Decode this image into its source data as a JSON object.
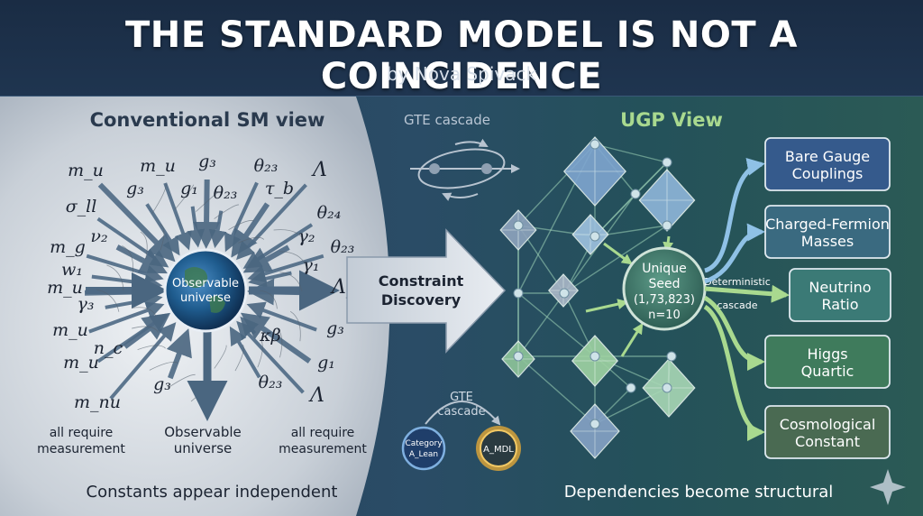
{
  "header": {
    "title": "THE STANDARD MODEL IS NOT A COINCIDENCE",
    "subtitle": "by Nova Spivack"
  },
  "left_panel": {
    "heading": "Conventional SM view",
    "center_node": "Observable universe",
    "bottom_node": "Observable universe",
    "left_note": "all require measurement",
    "right_note": "all require measurement",
    "caption": "Constants appear independent",
    "symbols": [
      {
        "text": "m_u"
      },
      {
        "text": "g₃"
      },
      {
        "text": "σ_ll"
      },
      {
        "text": "ν₂"
      },
      {
        "text": "m_g"
      },
      {
        "text": "w₁"
      },
      {
        "text": "m_u"
      },
      {
        "text": "γ₃"
      },
      {
        "text": "m_u"
      },
      {
        "text": "n_c"
      },
      {
        "text": "m_u"
      },
      {
        "text": "m_nu"
      },
      {
        "text": "g₃"
      },
      {
        "text": "m_u"
      },
      {
        "text": "g₁"
      },
      {
        "text": "g₃"
      },
      {
        "text": "θ₂₃"
      },
      {
        "text": "θ₂₃"
      },
      {
        "text": "τ_b"
      },
      {
        "text": "Λ"
      },
      {
        "text": "θ₂₄"
      },
      {
        "text": "γ₂"
      },
      {
        "text": "θ₂₃"
      },
      {
        "text": "γ₁"
      },
      {
        "text": "Λ_l"
      },
      {
        "text": "κβ"
      },
      {
        "text": "g₃"
      },
      {
        "text": "g₁"
      },
      {
        "text": "θ₂₃"
      },
      {
        "text": "Λ"
      }
    ]
  },
  "middle": {
    "arrow_label": "Constraint Discovery",
    "top_cascade": "GTE cascade",
    "bottom_cascade": "GTE cascade",
    "node_left": "Category A_Lean",
    "node_right": "A_MDL"
  },
  "right_panel": {
    "heading": "UGP View",
    "seed": "Unique Seed (1,73,823) n=10",
    "det_label": "Deterministic cascade",
    "outputs": [
      {
        "label": "Bare Gauge Couplings",
        "color": "#355a8c"
      },
      {
        "label": "Charged-Fermion Masses",
        "color": "#3a6a80"
      },
      {
        "label": "Neutrino Ratio",
        "color": "#3b7a76"
      },
      {
        "label": "Higgs Quartic",
        "color": "#3f7b5c"
      },
      {
        "label": "Cosmological Constant",
        "color": "#4a6a52"
      }
    ],
    "caption": "Dependencies become structural"
  },
  "colors": {
    "accent": "#ffffff",
    "panel_left": "#cfd5dc",
    "seed_fill": "#3e7468"
  }
}
